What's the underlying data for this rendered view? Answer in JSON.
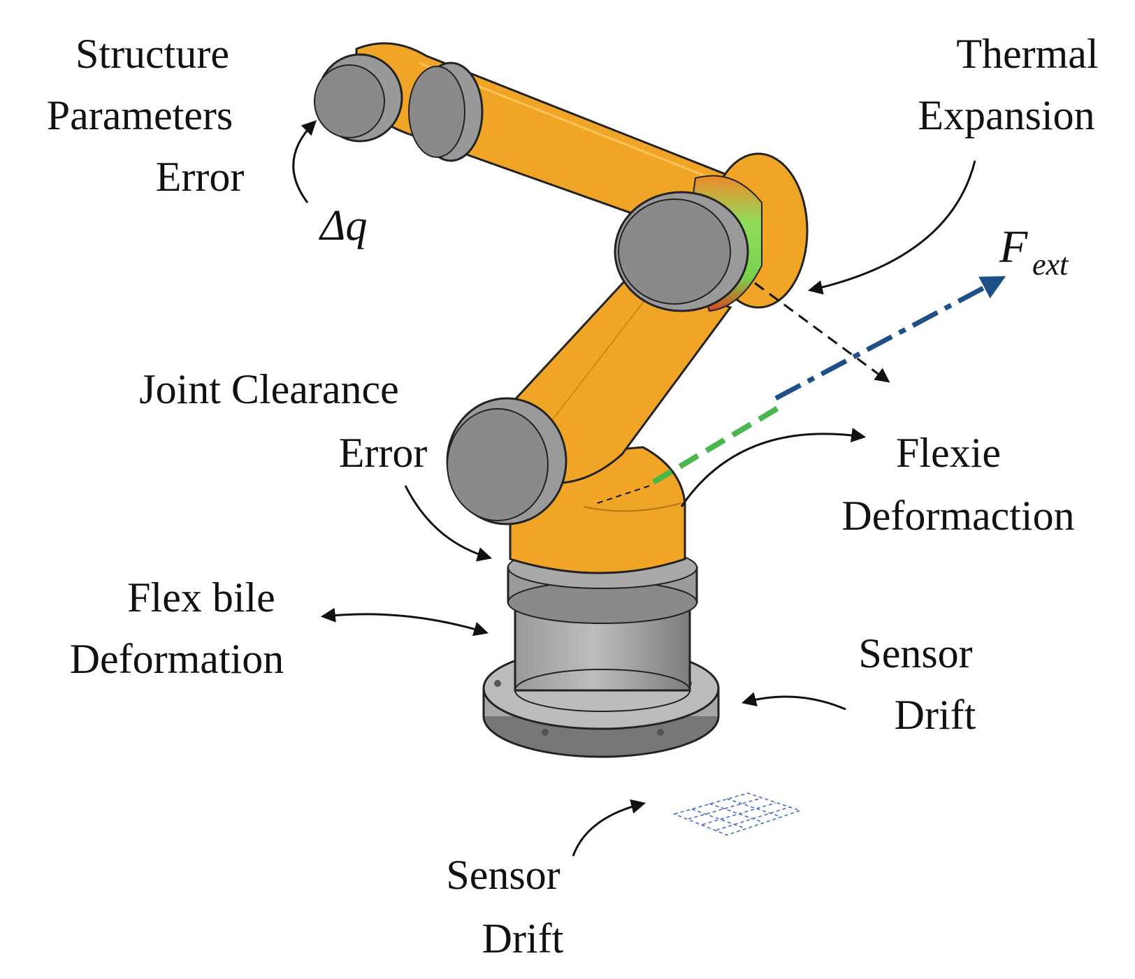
{
  "labels": {
    "structure": [
      "Structure",
      "Parameters",
      "Error"
    ],
    "delta_q": "Δq",
    "thermal": [
      "Thermal",
      "Expansion"
    ],
    "f_ext_main": "F",
    "f_ext_sub": "ext",
    "joint_clearance": [
      "Joint  Clearance",
      "Error"
    ],
    "flexie": [
      "Flexie",
      "Deformaction"
    ],
    "flexbile": [
      "Flex bile",
      "Deformation"
    ],
    "sensor_right": [
      "Sensor",
      "Drift"
    ],
    "sensor_bottom": [
      "Sensor",
      "Drift"
    ]
  },
  "colors": {
    "arm_orange": "#f0a526",
    "arm_shadow": "#d38a12",
    "joint_gray": "#8e8e8e",
    "force_arrow": "#1e4f86",
    "deflection_green": "#48b84a",
    "sensor_grid": "#4a6fc4"
  }
}
